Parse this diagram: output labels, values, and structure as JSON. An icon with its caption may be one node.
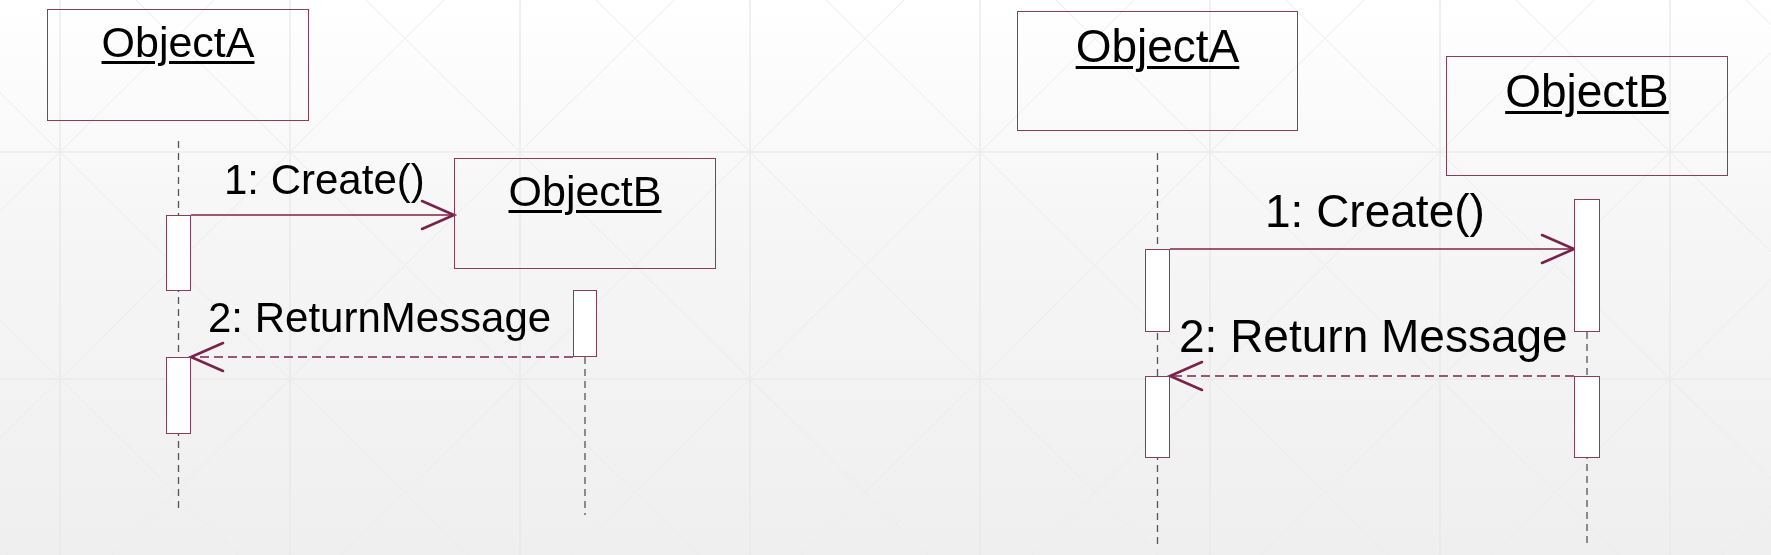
{
  "diagram": {
    "nodes": [
      {
        "text": [
          "ObjectA"
        ]
      },
      {
        "text": [
          "ObjectB"
        ]
      },
      {
        "text": [],
        "shape": "bar"
      },
      {
        "text": [],
        "shape": "bar"
      },
      {
        "text": [],
        "shape": "bar"
      },
      {
        "text": [
          "ObjectA"
        ]
      },
      {
        "text": [
          "ObjectB"
        ]
      },
      {
        "text": [],
        "shape": "bar"
      },
      {
        "text": [],
        "shape": "bar"
      },
      {
        "text": [],
        "shape": "bar"
      },
      {
        "text": [],
        "shape": "bar"
      }
    ],
    "edges": [
      {
        "from": 2,
        "to": 1,
        "arrow": "to",
        "label": "1: Create()"
      },
      {
        "from": 3,
        "to": 4,
        "arrow": "to",
        "style": "dashed",
        "label": "2: ReturnMessage"
      },
      {
        "from": 8,
        "to": 7,
        "arrow": "to",
        "label": "1: Create()"
      },
      {
        "from": 10,
        "to": 9,
        "arrow": "to",
        "style": "dashed",
        "label": "2: Return Message"
      }
    ]
  }
}
